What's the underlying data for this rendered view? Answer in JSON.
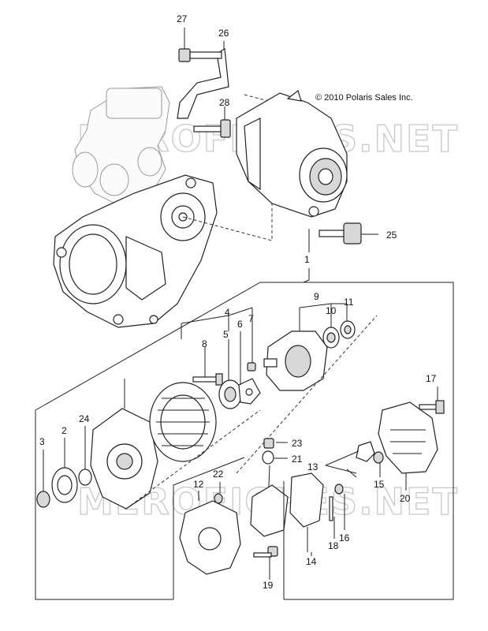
{
  "copyright": "© 2010 Polaris Sales Inc.",
  "watermark": "MEROFICHES.NET",
  "callouts": [
    "27",
    "26",
    "28",
    "25",
    "1",
    "9",
    "10",
    "11",
    "4",
    "8",
    "5",
    "6",
    "7",
    "17",
    "3",
    "2",
    "24",
    "23",
    "21",
    "22",
    "12",
    "13",
    "15",
    "20",
    "18",
    "16",
    "14",
    "19"
  ]
}
